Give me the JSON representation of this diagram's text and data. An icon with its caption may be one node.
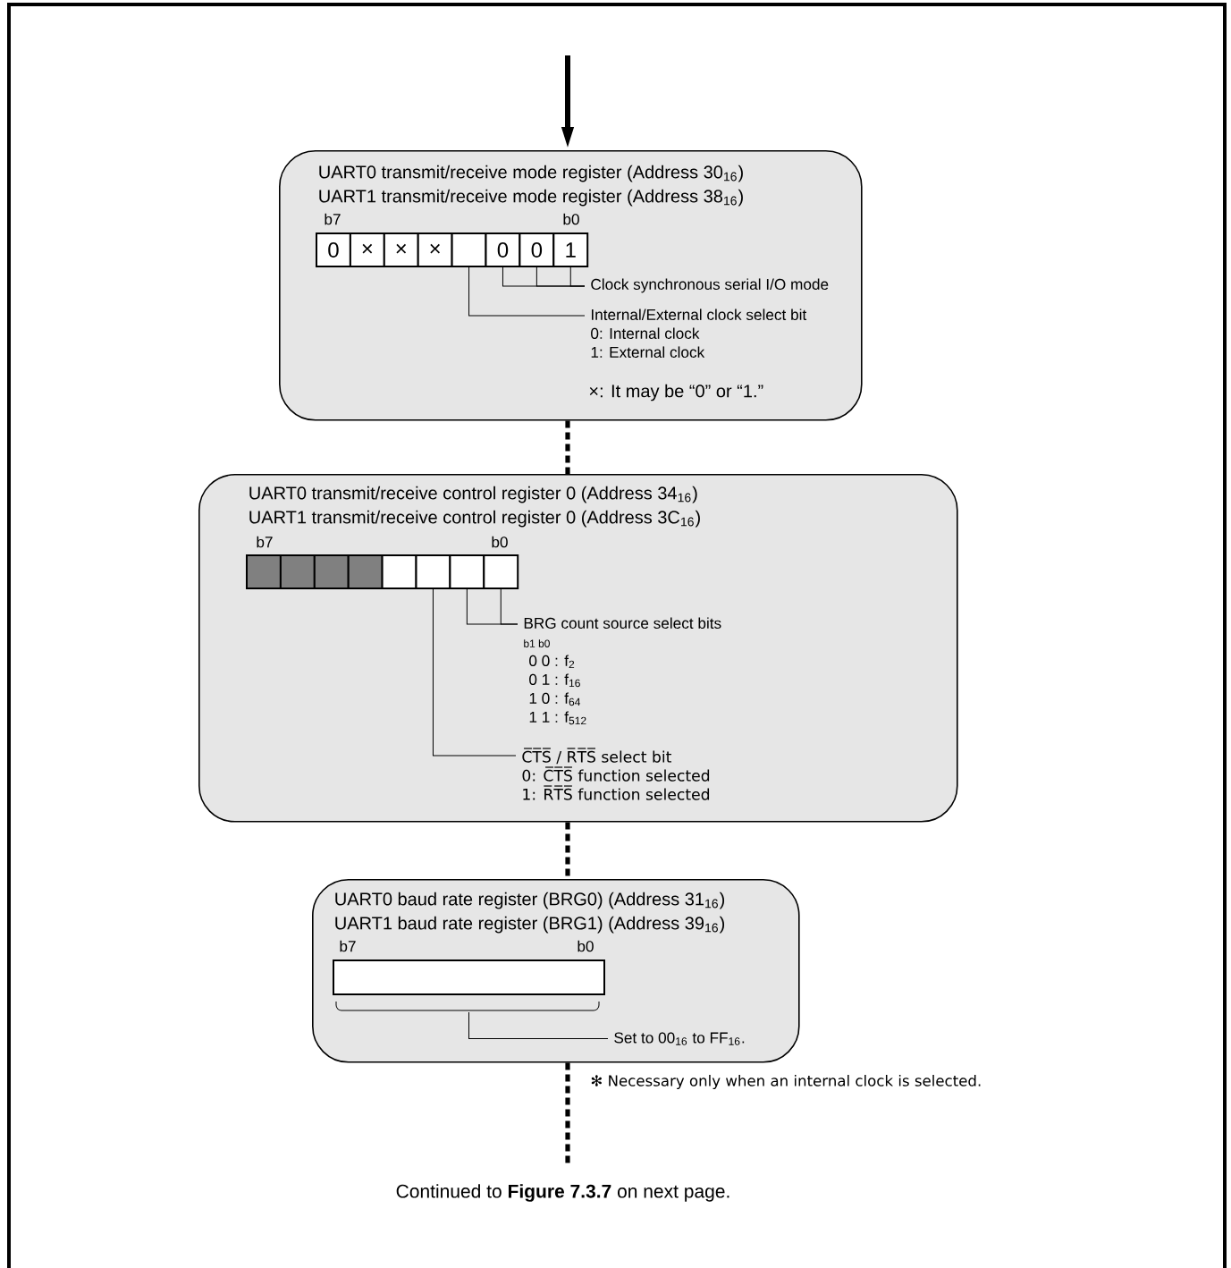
{
  "diagram": {
    "caption": "Continued to **Figure 7.3.7** on next page.",
    "nodes": [
      {
        "text": [
          "UART0 transmit/receive mode register (Address 30$_{16}$)",
          "UART1 transmit/receive mode register (Address 38$_{16}$)"
        ]
      },
      {
        "text": [
          "0"
        ],
        "in": 0
      },
      {
        "text": [
          "×"
        ],
        "in": 0
      },
      {
        "text": [
          "×"
        ],
        "in": 0
      },
      {
        "text": [
          "×"
        ],
        "in": 0
      },
      {
        "text": [],
        "shape": "box",
        "in": 0
      },
      {
        "text": [
          "0"
        ],
        "in": 0
      },
      {
        "text": [
          "0"
        ],
        "in": 0
      },
      {
        "text": [
          "1"
        ],
        "in": 0
      },
      {
        "text": [
          "Clock synchronous serial I/O mode"
        ],
        "in": 0
      },
      {
        "text": [
          "Internal/External clock select bit",
          "0: Internal clock",
          "1: External clock"
        ],
        "in": 0
      },
      {
        "text": [
          "UART0 transmit/receive control register 0 (Address 34$_{16}$)",
          "UART1 transmit/receive control register 0 (Address 3C$_{16}$)"
        ]
      },
      {
        "text": [],
        "shape": "box",
        "in": 11
      },
      {
        "text": [],
        "shape": "box",
        "in": 11
      },
      {
        "text": [],
        "shape": "box",
        "in": 11
      },
      {
        "text": [],
        "shape": "box",
        "in": 11
      },
      {
        "text": [],
        "shape": "box",
        "in": 11
      },
      {
        "text": [],
        "shape": "box",
        "in": 11
      },
      {
        "text": [],
        "shape": "box",
        "in": 11
      },
      {
        "text": [],
        "shape": "box",
        "in": 11
      },
      {
        "text": [
          "BRG count source select bits",
          "b1 b0",
          "0 0 : f$_{2}$",
          "0 1 : f$_{16}$",
          "1 0 : f$_{64}$",
          "1 1 : f$_{512}$"
        ],
        "in": 11
      },
      {
        "text": [
          "C̅T̅S̅ / R̅T̅S̅ select bit",
          "0: C̅T̅S̅ function selected",
          "1: R̅T̅S̅ function selected"
        ],
        "in": 11
      },
      {
        "text": [
          "UART0 baud rate register (BRG0) (Address 31$_{16}$)",
          "UART1 baud rate register (BRG1) (Address 39$_{16}$)"
        ]
      },
      {
        "text": [],
        "shape": "box",
        "in": 22
      },
      {
        "text": [
          "Set to 00$_{16}$ to FF$_{16}$."
        ],
        "in": 22
      }
    ],
    "edges": [
      {
        "from": null,
        "to": 0,
        "arrow": "to",
        "style": "thick"
      },
      {
        "from": 0,
        "to": 11,
        "arrow": "none",
        "style": "dashed"
      },
      {
        "from": 11,
        "to": 22,
        "arrow": "none",
        "style": "dashed"
      },
      {
        "from": 22,
        "to": null,
        "arrow": "none",
        "style": "dashed"
      },
      {
        "from": 6,
        "to": 9,
        "arrow": "none"
      },
      {
        "from": 7,
        "to": 9,
        "arrow": "none"
      },
      {
        "from": 8,
        "to": 9,
        "arrow": "none"
      },
      {
        "from": 5,
        "to": 10,
        "arrow": "none"
      },
      {
        "from": 18,
        "to": 20,
        "arrow": "none"
      },
      {
        "from": 19,
        "to": 20,
        "arrow": "none"
      },
      {
        "from": 17,
        "to": 21,
        "arrow": "none"
      },
      {
        "from": 23,
        "to": 24,
        "arrow": "none"
      }
    ],
    "labels": [
      "b7",
      "b0",
      "×: It may be “0” or “1.”",
      "b7",
      "b0",
      "b7",
      "b0",
      "✻ Necessary only when an internal clock is selected."
    ]
  }
}
